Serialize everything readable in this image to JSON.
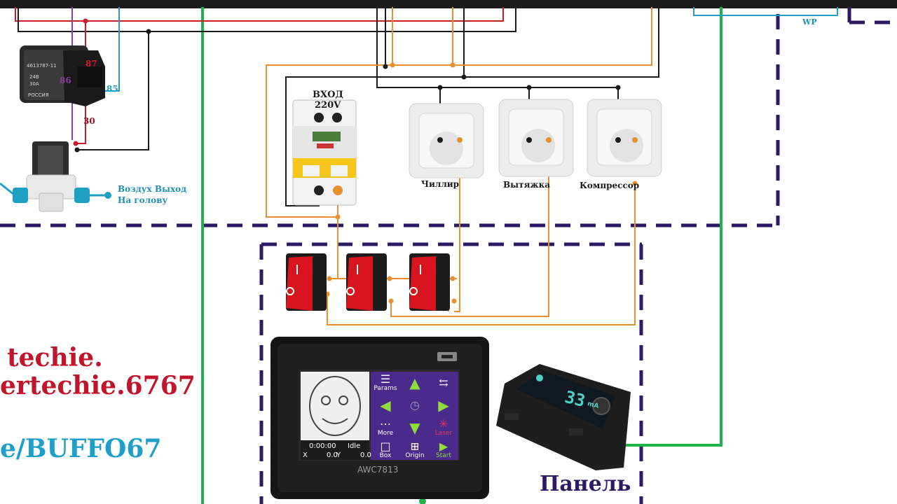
{
  "labels": {
    "input": "ВХОД",
    "voltage": "220V",
    "chiller": "Чиллир",
    "exhaust": "Вытяжка",
    "compressor": "Компрессор",
    "air_out_line1": "Воздух Выход",
    "air_out_line2": "На голову",
    "wp": "WP",
    "panel": "Панель",
    "wire_85": "85",
    "wire_86": "86",
    "wire_87": "87",
    "wire_30": "30"
  },
  "relay": {
    "part_number": "4613787-11",
    "country": "РОССИЯ",
    "specs_line1": "24В",
    "specs_line2": "30А"
  },
  "watermark": {
    "line1": "techie.",
    "line2": "ertechie.6767",
    "line3": "e/BUFFO67"
  },
  "controller": {
    "model": "AWC7813",
    "status": "Idle",
    "time": "0:00:00",
    "x_label": "X",
    "x_value": "0.0",
    "y_label": "Y",
    "y_value": "0.0",
    "buttons": {
      "params": "Params",
      "more": "More",
      "laser": "Laser",
      "box": "Box",
      "origin": "Origin",
      "start": "Start"
    },
    "icons": {
      "params": "params-icon",
      "up": "arrow-up-icon",
      "swap": "swap-icon",
      "left": "arrow-left-icon",
      "speed": "gauge-icon",
      "right": "arrow-right-icon",
      "more": "more-icon",
      "down": "arrow-down-icon",
      "laser": "laser-icon",
      "box": "box-icon",
      "origin": "origin-icon",
      "start": "play-icon"
    }
  },
  "display_meter": {
    "reading": "33",
    "unit": "mA"
  },
  "colors": {
    "wire_black": "#1a1a1a",
    "wire_red": "#d11a2a",
    "wire_orange": "#e8902e",
    "wire_teal": "#1f9fc4",
    "wire_purple": "#8b3fa0",
    "wire_green": "#1fb24a",
    "dash_border": "#2d1a66",
    "switch_red": "#d8141f",
    "screen_purple": "#4a2a8a"
  }
}
